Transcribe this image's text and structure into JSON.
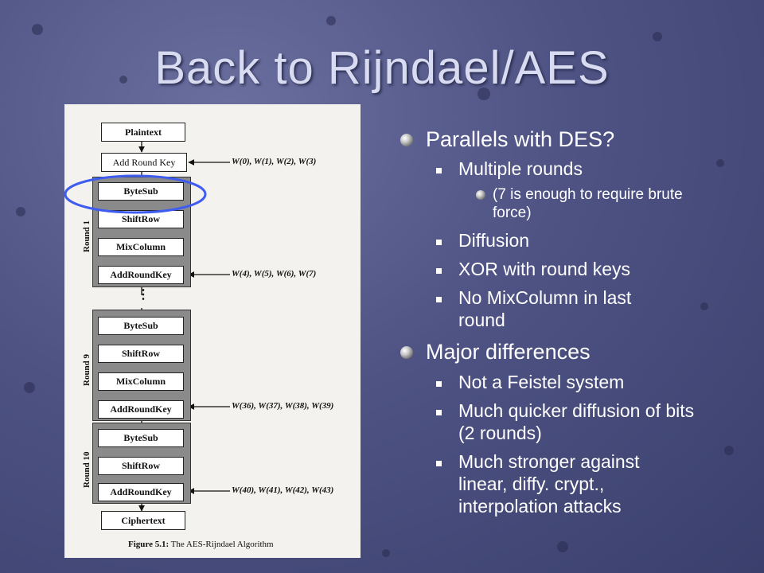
{
  "slide": {
    "title": "Back to Rijndael/AES"
  },
  "figure": {
    "plaintext": "Plaintext",
    "add_round_key_initial": "Add Round Key",
    "round1": {
      "label": "Round 1",
      "bytesub": "ByteSub",
      "shiftrow": "ShiftRow",
      "mixcolumn": "MixColumn",
      "addroundkey": "AddRoundKey"
    },
    "ellipsis": "⋮",
    "round9": {
      "label": "Round 9",
      "bytesub": "ByteSub",
      "shiftrow": "ShiftRow",
      "mixcolumn": "MixColumn",
      "addroundkey": "AddRoundKey"
    },
    "round10": {
      "label": "Round 10",
      "bytesub": "ByteSub",
      "shiftrow": "ShiftRow",
      "addroundkey": "AddRoundKey"
    },
    "ciphertext": "Ciphertext",
    "keys": {
      "k0": "W(0), W(1), W(2), W(3)",
      "k1": "W(4), W(5), W(6), W(7)",
      "k9": "W(36), W(37), W(38), W(39)",
      "k10": "W(40), W(41), W(42), W(43)"
    },
    "caption_label": "Figure 5.1:",
    "caption_text": " The AES-Rijndael Algorithm",
    "highlight_color": "#3f5cf0"
  },
  "bullets": {
    "parallels": {
      "heading": "Parallels with DES?",
      "multiple_rounds": "Multiple rounds",
      "multiple_rounds_note": "(7 is enough to require brute force)",
      "diffusion": "Diffusion",
      "xor": "XOR with round keys",
      "no_mixcolumn": "No MixColumn in last round"
    },
    "differences": {
      "heading": "Major differences",
      "feistel": "Not a Feistel system",
      "quicker": "Much quicker diffusion of bits (2 rounds)",
      "stronger": "Much stronger against linear, diffy. crypt., interpolation attacks"
    }
  }
}
